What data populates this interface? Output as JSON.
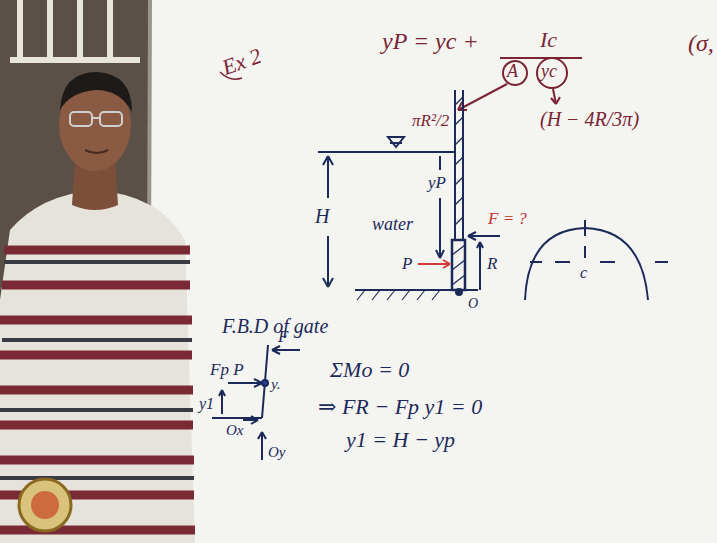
{
  "diagram": {
    "labels": [
      "Ex 2",
      "yP = yc +",
      "Ic",
      "A",
      "yc",
      "πR²/2",
      "(H − 4R/3π)",
      "(σ,",
      "H",
      "water",
      "yP",
      "P",
      "F = ?",
      "R",
      "O",
      "c",
      "F.B.D of gate",
      "F",
      "Fp P",
      "y1",
      "Ox",
      "y.",
      "Oy",
      "ΣMo = 0",
      "⇒ FR − Fp y1 = 0",
      "y1 = H − yp"
    ]
  }
}
